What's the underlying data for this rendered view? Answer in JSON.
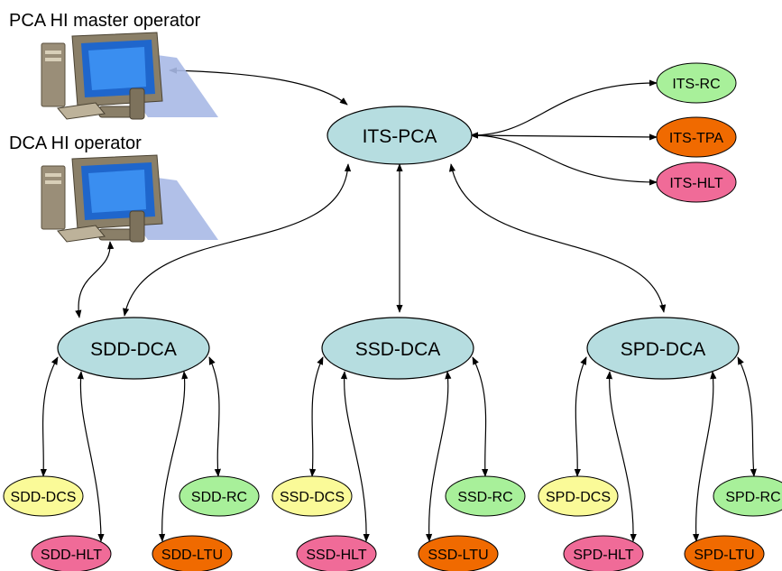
{
  "operators": {
    "pca_label": "PCA HI master operator",
    "dca_label": "DCA HI operator",
    "computer_icon": "desktop-computer-icon"
  },
  "colors": {
    "main": "#b6dde0",
    "rc": "#a8f09a",
    "tpa": "#f06a00",
    "hlt": "#f06b98",
    "dcs": "#fafa98",
    "edge": "#000000"
  },
  "nodes": {
    "its_pca": "ITS-PCA",
    "its_rc": "ITS-RC",
    "its_tpa": "ITS-TPA",
    "its_hlt": "ITS-HLT",
    "sdd_dca": "SDD-DCA",
    "ssd_dca": "SSD-DCA",
    "spd_dca": "SPD-DCA",
    "sdd_dcs": "SDD-DCS",
    "sdd_rc": "SDD-RC",
    "sdd_hlt": "SDD-HLT",
    "sdd_ltu": "SDD-LTU",
    "ssd_dcs": "SSD-DCS",
    "ssd_rc": "SSD-RC",
    "ssd_hlt": "SSD-HLT",
    "ssd_ltu": "SSD-LTU",
    "spd_dcs": "SPD-DCS",
    "spd_rc": "SPD-RC",
    "spd_hlt": "SPD-HLT",
    "spd_ltu": "SPD-LTU"
  }
}
